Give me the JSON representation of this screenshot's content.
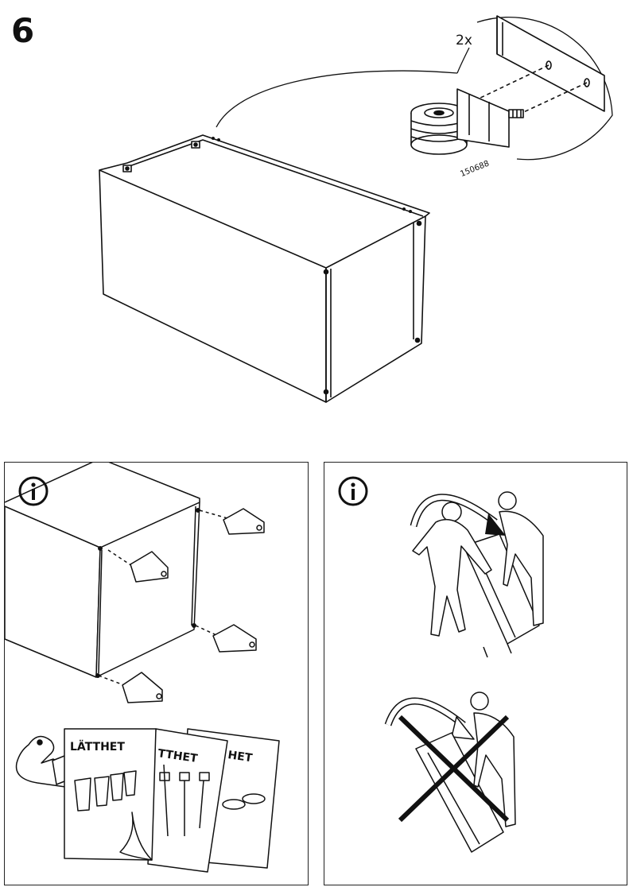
{
  "step": {
    "number": "6"
  },
  "main_illustration": {
    "quantity_label": "2x",
    "part_number": "150688"
  },
  "panel_left": {
    "info_icon": "info-icon",
    "booklets": [
      "LÄTTHET",
      "TTHET",
      "HET"
    ]
  },
  "panel_right": {
    "info_icon": "info-icon"
  }
}
